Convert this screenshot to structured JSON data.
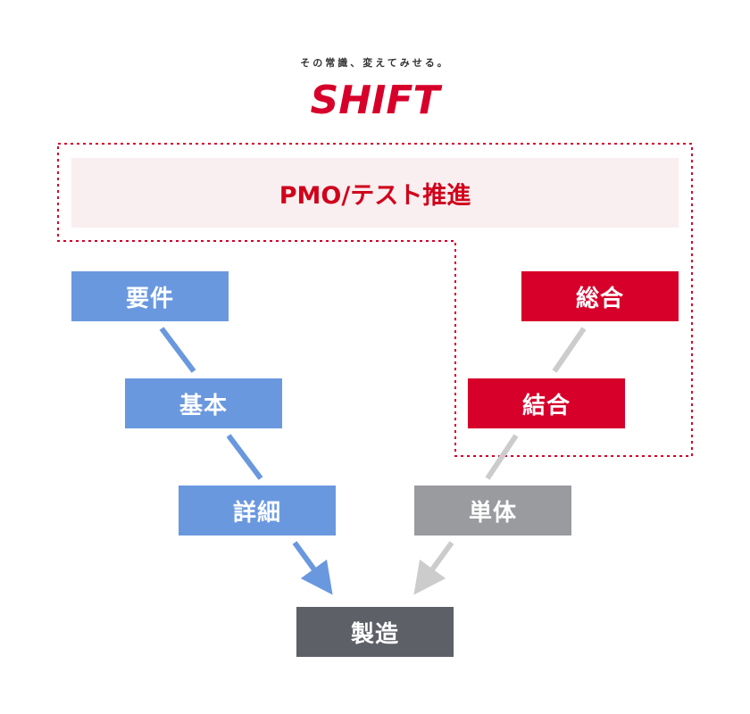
{
  "header": {
    "tagline": "その常識、変えてみせる。",
    "logo_text": "SHIFT"
  },
  "pmo": {
    "label": "PMO/テスト推進"
  },
  "phases": {
    "requirements": "要件",
    "basic_design": "基本",
    "detailed_design": "詳細",
    "manufacturing": "製造",
    "unit_test": "単体",
    "integration_test": "結合",
    "system_test": "総合"
  },
  "colors": {
    "brand_red": "#d6002a",
    "design_blue": "#6a98df",
    "unit_gray": "#999b9f",
    "manufacturing_dark": "#5d6067",
    "pmo_background": "#f9eef0",
    "connector_blue": "#6a98df",
    "connector_gray": "#cccccc"
  }
}
